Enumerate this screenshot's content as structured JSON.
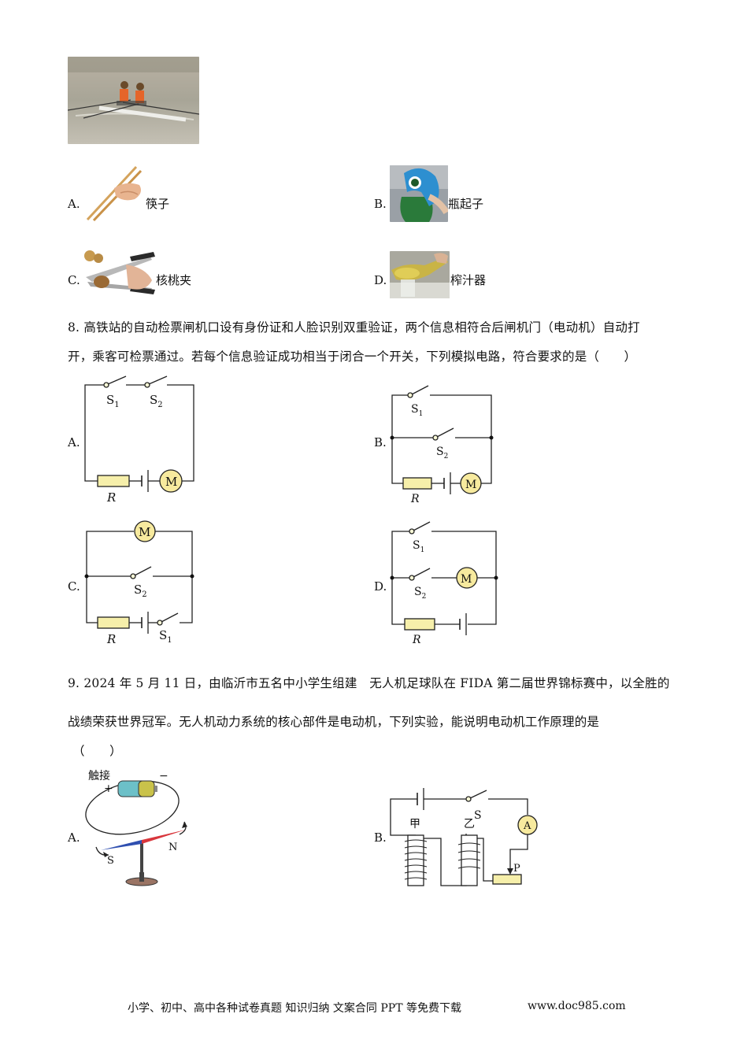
{
  "q7": {
    "options": [
      {
        "letter": "A.",
        "text": "筷子"
      },
      {
        "letter": "B.",
        "text": "瓶起子"
      },
      {
        "letter": "C.",
        "text": "核桃夹"
      },
      {
        "letter": "D.",
        "text": "榨汁器"
      }
    ]
  },
  "q8": {
    "line1": "8. 高铁站的自动检票闸机口设有身份证和人脸识别双重验证，两个信息相符合后闸机门（电动机）自动打",
    "line2": "开，乘客可检票通过。若每个信息验证成功相当于闭合一个开关，下列模拟电路，符合要求的是（　　）",
    "options": [
      "A.",
      "B.",
      "C.",
      "D."
    ],
    "symbols": {
      "s1": "S",
      "s2": "S",
      "sub1": "1",
      "sub2": "2",
      "resistor": "R",
      "motor": "M"
    }
  },
  "q9": {
    "line1": "9. 2024 年 5 月 11 日，由临沂市五名中小学生组建　无人机足球队在 FIDA 第二届世界锦标赛中，以全胜的",
    "line2": "战绩荣获世界冠军。无人机动力系统的核心部件是电动机，下列实验，能说明电动机工作原理的是",
    "line3": "（　　）",
    "options": [
      "A.",
      "B."
    ],
    "figA": {
      "contact": "触接",
      "plus": "+",
      "minus": "−",
      "south": "S",
      "north": "N"
    },
    "figB": {
      "switch": "S",
      "coil1": "甲",
      "coil2": "乙",
      "ammeter": "A",
      "slider": "P"
    }
  },
  "footer": {
    "left": "小学、初中、高中各种试卷真题  知识归纳  文案合同  PPT 等免费下载",
    "right": "www.doc985.com"
  }
}
